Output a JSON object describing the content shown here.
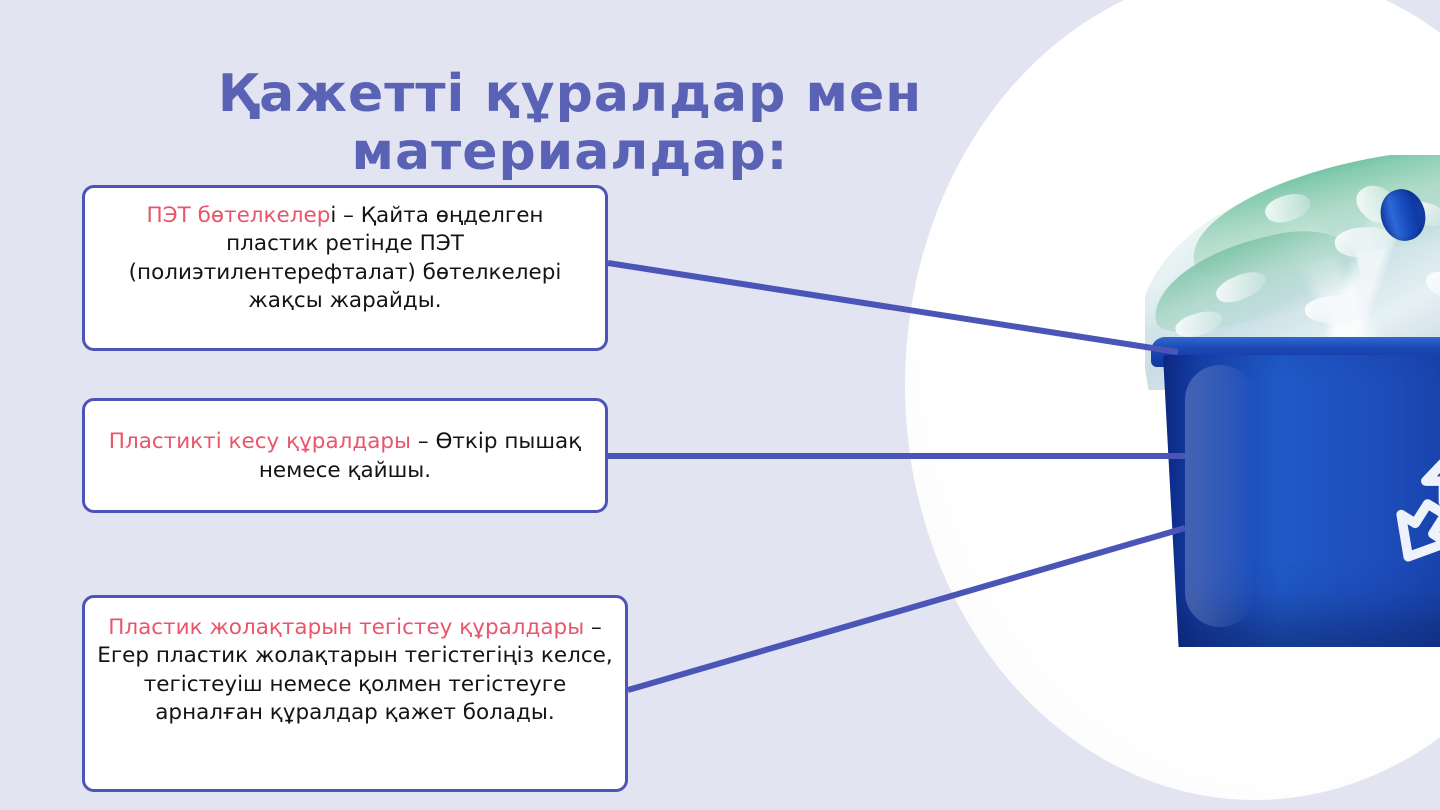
{
  "slide": {
    "background_color": "#e3e4f1",
    "title": "Қажетті құралдар мен\nматериалдар:",
    "title_color": "#5a62b6",
    "accent_color": "#4b55b8",
    "highlight_color": "#e9566b"
  },
  "callouts": [
    {
      "id": "pet-bottles",
      "lead": "ПЭТ бөтелкелер",
      "body": "і – Қайта өңделген пластик ретінде ПЭТ (полиэтилентерефталат) бөтелкелері жақсы жарайды."
    },
    {
      "id": "cutting-tools",
      "lead": "Пластикті кесу құралдары",
      "body": " – Өткір пышақ немесе қайшы."
    },
    {
      "id": "smoothing-tools",
      "lead": "Пластик жолақтарын тегістеу құралдары",
      "body": " – Егер пластик жолақтарын тегістегіңіз келсе, тегістеуіш немесе қолмен тегістеуге арналған құралдар қажет болады."
    }
  ],
  "photo": {
    "alt_name": "blue-recycling-bin-with-plastic-bottles",
    "bin_color": "#1d4dbb",
    "symbol": "recycling-triangle"
  }
}
